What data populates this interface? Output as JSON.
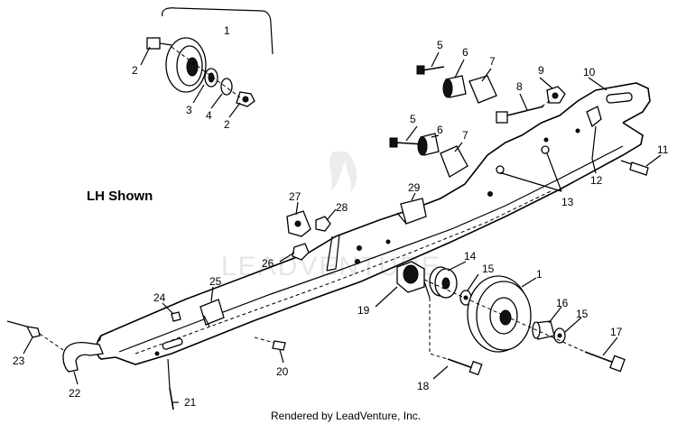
{
  "diagram": {
    "title": "LH Shown",
    "footer": "Rendered by LeadVenture, Inc.",
    "watermark": "LEADVENTURE",
    "callouts": [
      {
        "id": "c1a",
        "label": "1"
      },
      {
        "id": "c2a",
        "label": "2"
      },
      {
        "id": "c3",
        "label": "3"
      },
      {
        "id": "c4",
        "label": "4"
      },
      {
        "id": "c2b",
        "label": "2"
      },
      {
        "id": "c5a",
        "label": "5"
      },
      {
        "id": "c6a",
        "label": "6"
      },
      {
        "id": "c7a",
        "label": "7"
      },
      {
        "id": "c9",
        "label": "9"
      },
      {
        "id": "c10",
        "label": "10"
      },
      {
        "id": "c8",
        "label": "8"
      },
      {
        "id": "c5b",
        "label": "5"
      },
      {
        "id": "c6b",
        "label": "6"
      },
      {
        "id": "c7b",
        "label": "7"
      },
      {
        "id": "c11",
        "label": "11"
      },
      {
        "id": "c12",
        "label": "12"
      },
      {
        "id": "c13",
        "label": "13"
      },
      {
        "id": "c27",
        "label": "27"
      },
      {
        "id": "c29",
        "label": "29"
      },
      {
        "id": "c28",
        "label": "28"
      },
      {
        "id": "c26",
        "label": "26"
      },
      {
        "id": "c14",
        "label": "14"
      },
      {
        "id": "c15a",
        "label": "15"
      },
      {
        "id": "c1b",
        "label": "1"
      },
      {
        "id": "c25",
        "label": "25"
      },
      {
        "id": "c24",
        "label": "24"
      },
      {
        "id": "c19",
        "label": "19"
      },
      {
        "id": "c16",
        "label": "16"
      },
      {
        "id": "c15b",
        "label": "15"
      },
      {
        "id": "c17",
        "label": "17"
      },
      {
        "id": "c23",
        "label": "23"
      },
      {
        "id": "c20",
        "label": "20"
      },
      {
        "id": "c18",
        "label": "18"
      },
      {
        "id": "c22",
        "label": "22"
      },
      {
        "id": "c21",
        "label": "21"
      }
    ]
  }
}
